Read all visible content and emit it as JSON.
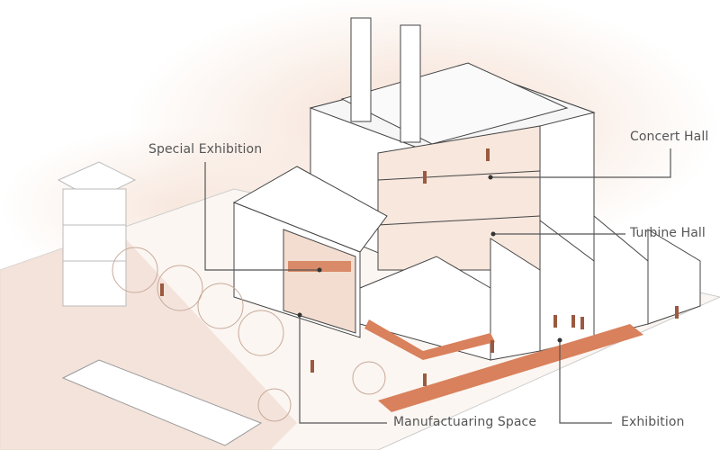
{
  "labels": {
    "special_exhibition": "Special Exhibition",
    "concert_hall": "Concert Hall",
    "turbine_hall": "Turbine Hall",
    "manufacturing_space": "Manufactuaring Space",
    "exhibition": "Exhibition"
  },
  "colors": {
    "accent": "#c9643e",
    "figure": "#9b5a3f",
    "wash": "#f5e3d8",
    "line": "#555555"
  }
}
